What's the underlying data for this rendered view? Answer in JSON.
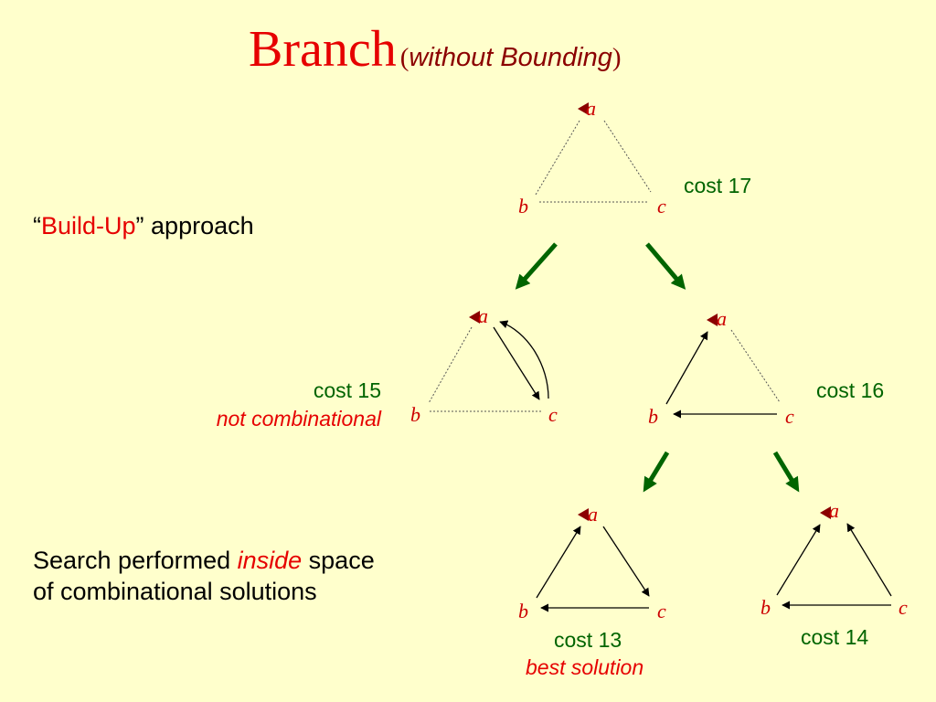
{
  "title": {
    "main": "Branch",
    "open_paren": "(",
    "sub": "without Bounding",
    "close_paren": ")"
  },
  "left_text": {
    "approach_open_quote": "“",
    "approach_highlight": "Build-Up",
    "approach_rest": "” approach",
    "search_line1_a": "Search performed ",
    "search_line1_em": "inside",
    "search_line1_b": " space",
    "search_line2": "of combinational solutions"
  },
  "nodes": {
    "a": "a",
    "b": "b",
    "c": "c"
  },
  "triangles": [
    {
      "id": "root",
      "cost": "cost 17",
      "note": ""
    },
    {
      "id": "left",
      "cost": "cost 15",
      "note": "not combinational"
    },
    {
      "id": "right",
      "cost": "cost 16",
      "note": ""
    },
    {
      "id": "bottom-left",
      "cost": "cost 13",
      "note": "best solution"
    },
    {
      "id": "bottom-right",
      "cost": "cost 14",
      "note": ""
    }
  ],
  "colors": {
    "background": "#ffffcc",
    "title": "#e60000",
    "cost": "#006400",
    "branch_arrow": "#006400",
    "node_label": "#cc0000",
    "node_marker": "#8b0000"
  }
}
